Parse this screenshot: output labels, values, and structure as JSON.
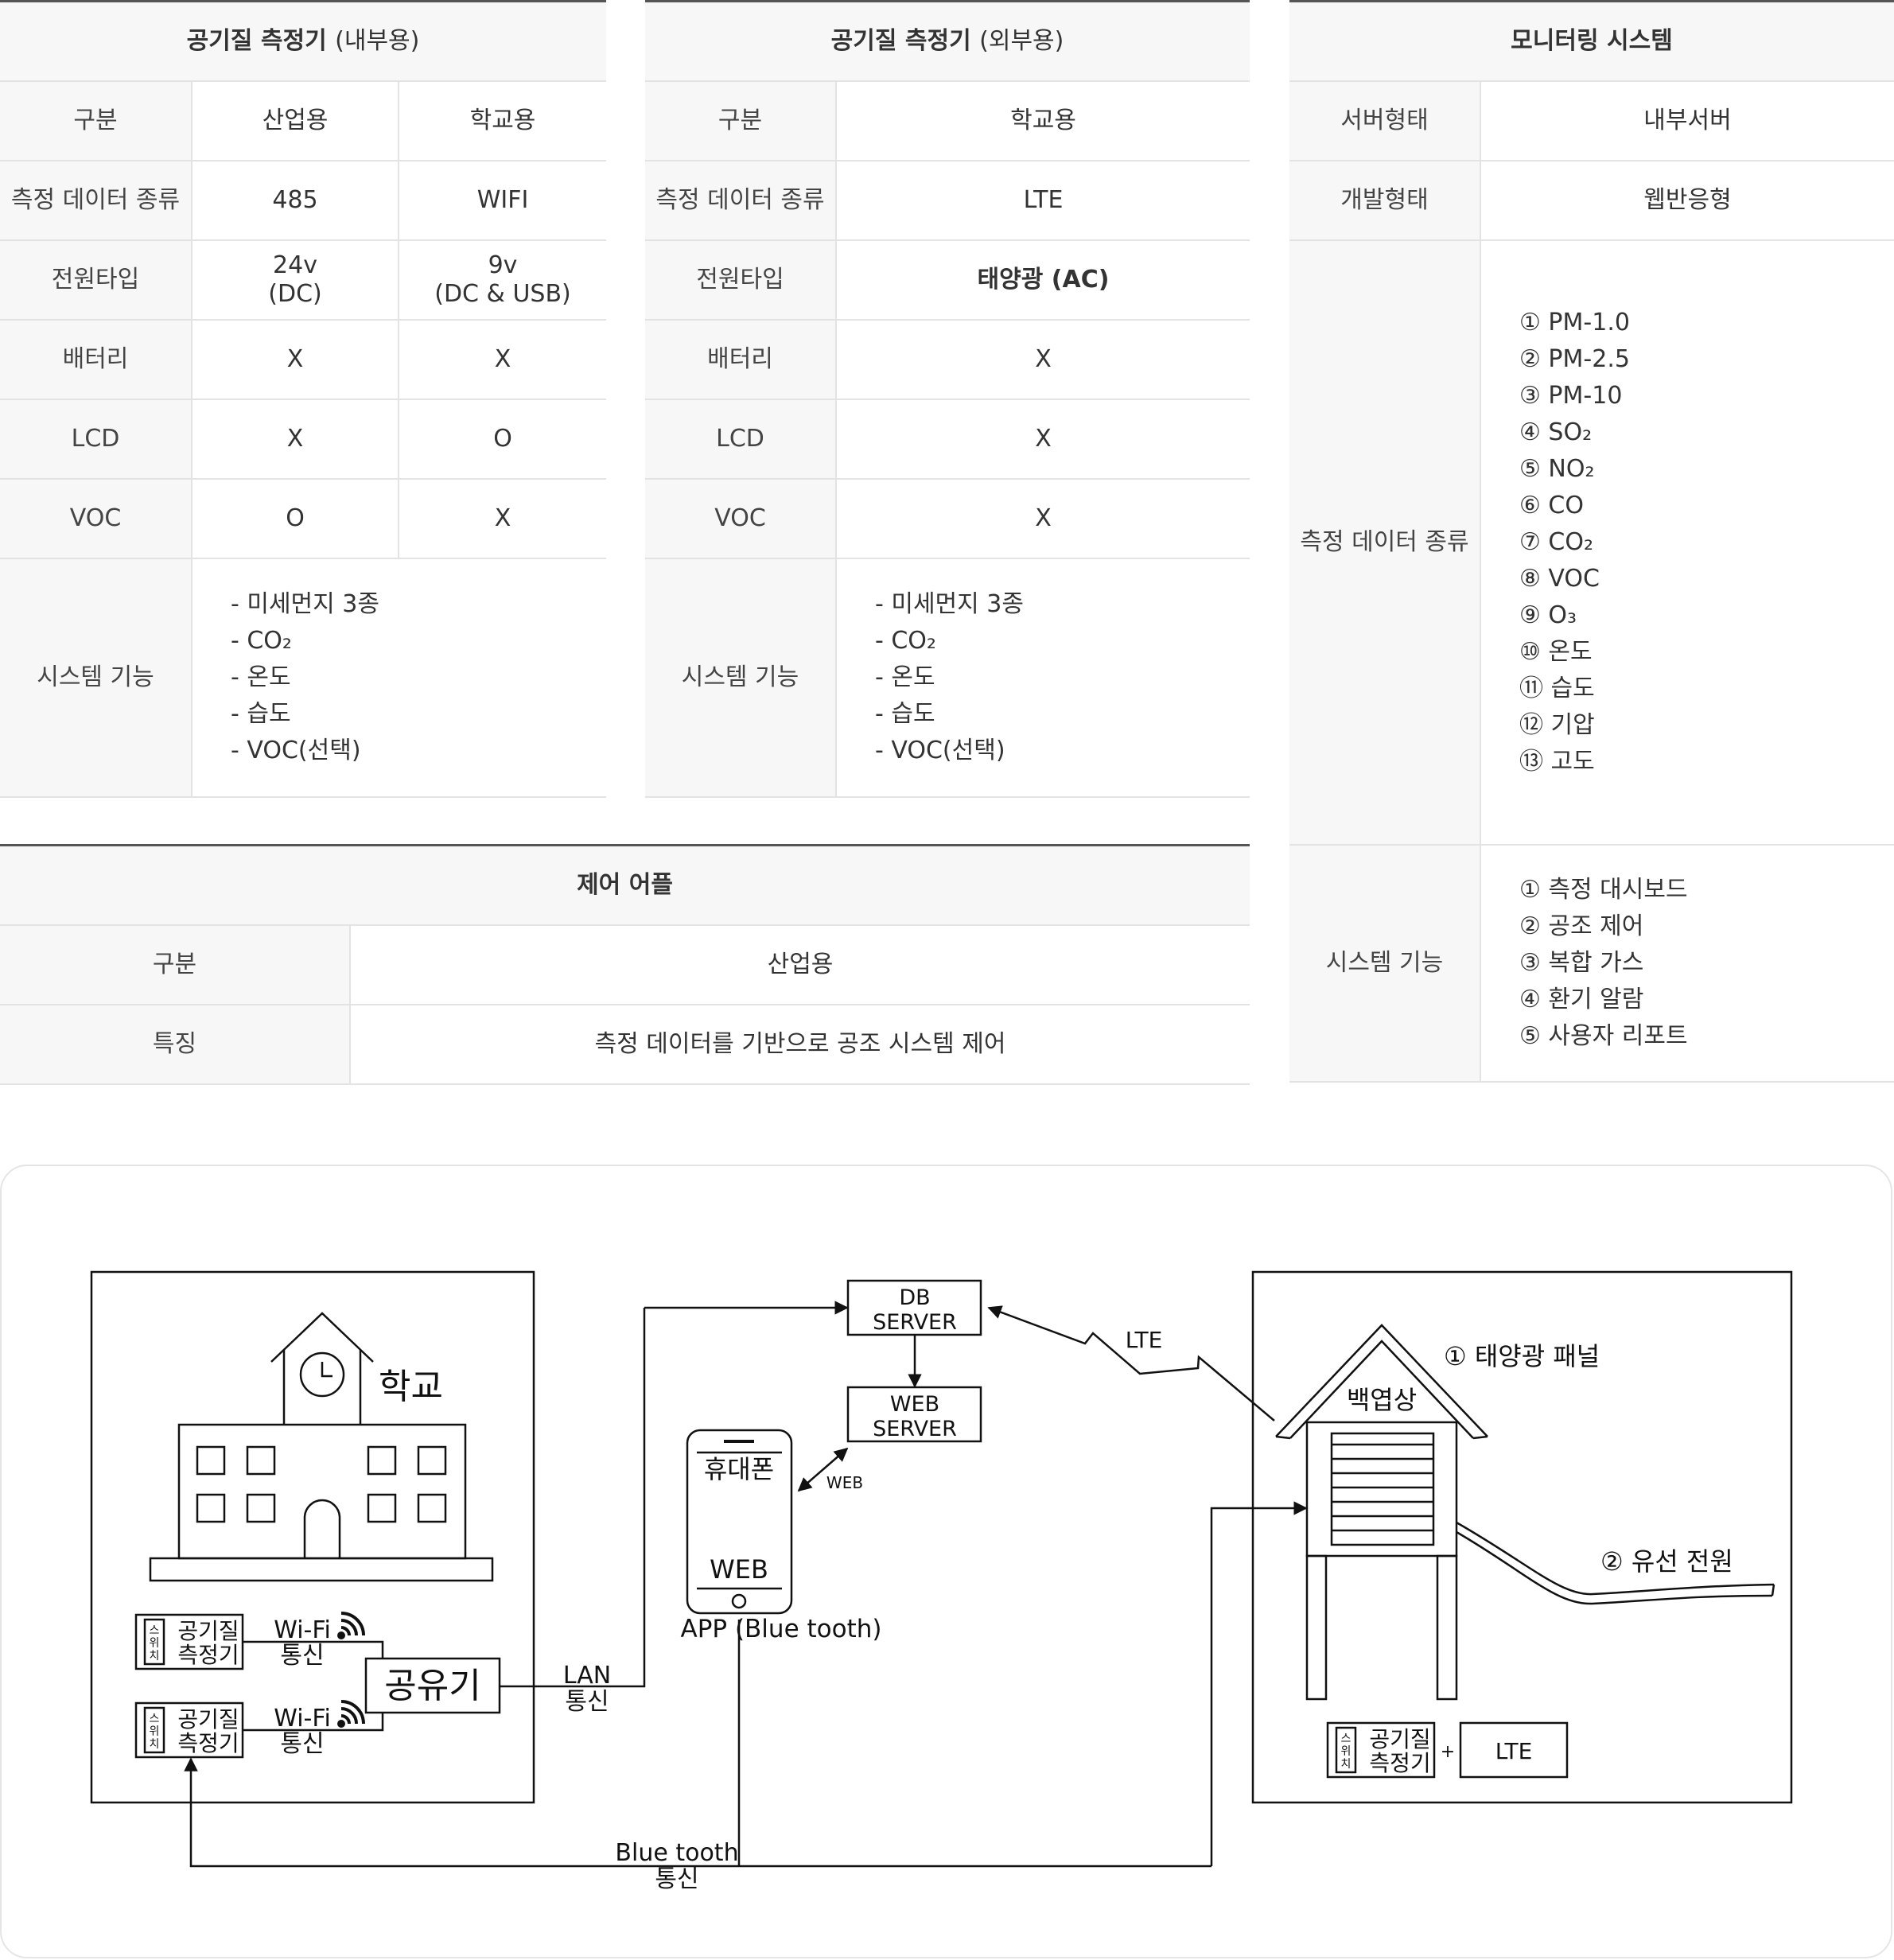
{
  "indoor_table": {
    "title": "공기질 측정기",
    "title_sub": "(내부용)",
    "head": [
      "구분",
      "산업용",
      "학교용"
    ],
    "rows": [
      {
        "label": "측정 데이터 종류",
        "a": "485",
        "b": "WIFI"
      },
      {
        "label": "전원타입",
        "a1": "24v",
        "a2": "(DC)",
        "b1": "9v",
        "b2": "(DC & USB)"
      },
      {
        "label": "배터리",
        "a": "X",
        "b": "X"
      },
      {
        "label": "LCD",
        "a": "X",
        "b": "O"
      },
      {
        "label": "VOC",
        "a": "O",
        "b": "X"
      }
    ],
    "func_label": "시스템 기능",
    "func_items": [
      "- 미세먼지 3종",
      "- CO₂",
      "- 온도",
      "- 습도",
      "- VOC(선택)"
    ]
  },
  "outdoor_table": {
    "title": "공기질 측정기",
    "title_sub": "(외부용)",
    "head": [
      "구분",
      "학교용"
    ],
    "rows": [
      {
        "label": "측정 데이터 종류",
        "v": "LTE"
      },
      {
        "label": "전원타입",
        "v": "태양광 (AC)"
      },
      {
        "label": "배터리",
        "v": "X"
      },
      {
        "label": "LCD",
        "v": "X"
      },
      {
        "label": "VOC",
        "v": "X"
      }
    ],
    "func_label": "시스템 기능",
    "func_items": [
      "- 미세먼지 3종",
      "- CO₂",
      "- 온도",
      "- 습도",
      "- VOC(선택)"
    ]
  },
  "monitor_table": {
    "title": "모니터링 시스템",
    "rows": [
      {
        "label": "서버형태",
        "v": "내부서버"
      },
      {
        "label": "개발형태",
        "v": "웹반응형"
      }
    ],
    "data_label": "측정 데이터 종류",
    "data_items": [
      "① PM-1.0",
      "② PM-2.5",
      "③ PM-10",
      "④ SO₂",
      "⑤ NO₂",
      "⑥ CO",
      "⑦ CO₂",
      "⑧ VOC",
      "⑨ O₃",
      "⑩ 온도",
      "⑪ 습도",
      "⑫ 기압",
      "⑬ 고도"
    ],
    "func_label": "시스템 기능",
    "func_items": [
      "① 측정 대시보드",
      "② 공조 제어",
      "③ 복합 가스",
      "④ 환기 알람",
      "⑤ 사용자 리포트"
    ]
  },
  "app_table": {
    "title": "제어 어플",
    "rows": [
      {
        "label": "구분",
        "v": "산업용"
      },
      {
        "label": "특징",
        "v": "측정 데이터를 기반으로 공조 시스템 제어"
      }
    ]
  },
  "diagram": {
    "school": "학교",
    "switch_chars": [
      "스",
      "위",
      "치"
    ],
    "sensor_l1": "공기질",
    "sensor_l2": "측정기",
    "wifi_l1": "Wi-Fi",
    "wifi_l2": "통신",
    "router": "공유기",
    "lan_l1": "LAN",
    "lan_l2": "통신",
    "db_l1": "DB",
    "db_l2": "SERVER",
    "web_l1": "WEB",
    "web_l2": "SERVER",
    "phone_title": "휴대폰",
    "phone_web": "WEB",
    "web_small": "WEB",
    "app_label": "APP (Blue tooth)",
    "lte": "LTE",
    "solar": "① 태양광 패널",
    "shelter": "백엽상",
    "wired": "② 유선 전원",
    "plus": "+",
    "lte_box": "LTE",
    "bt_l1": "Blue tooth",
    "bt_l2": "통신"
  }
}
